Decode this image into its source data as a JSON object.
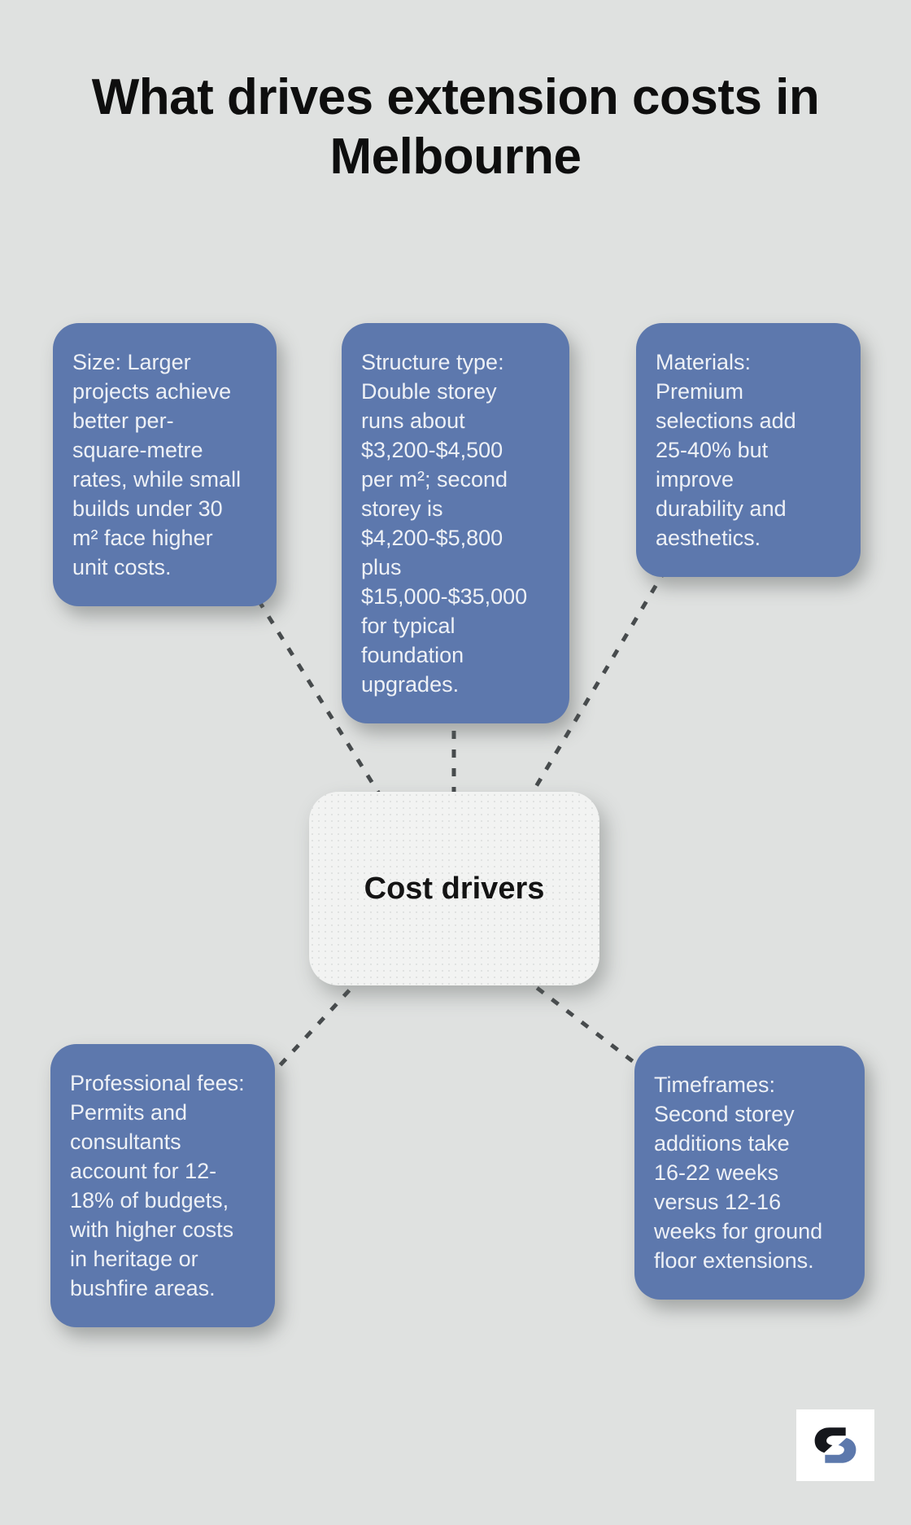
{
  "title": "What drives extension costs in\nMelbourne",
  "center": {
    "label": "Cost drivers"
  },
  "nodes": {
    "size": {
      "text": "Size: Larger\nprojects achieve\nbetter per-\nsquare-metre\nrates, while small\nbuilds under 30\nm² face higher\nunit costs."
    },
    "structure": {
      "text": "Structure type:\nDouble storey\nruns about\n$3,200-$4,500\nper m²; second\nstorey is\n$4,200-$5,800\nplus\n$15,000-$35,000\nfor typical\nfoundation\nupgrades."
    },
    "materials": {
      "text": "Materials:\nPremium\nselections add\n25-40% but\nimprove\ndurability and\naesthetics."
    },
    "fees": {
      "text": "Professional fees:\nPermits and\nconsultants\naccount for 12-\n18% of budgets,\nwith higher costs\nin heritage or\nbushfire areas."
    },
    "timeframes": {
      "text": "Timeframes:\nSecond storey\nadditions take\n16-22 weeks\nversus 12-16\nweeks for ground\nfloor extensions."
    }
  },
  "colors": {
    "background": "#dfe1e0",
    "node_fill": "#5d78ad",
    "node_text": "#eef1f6",
    "center_fill": "#f2f3f2",
    "center_text": "#141414",
    "title_color": "#0e0e0e",
    "connector": "#474b4d",
    "logo_black": "#15171c",
    "logo_blue": "#5c78ac"
  }
}
